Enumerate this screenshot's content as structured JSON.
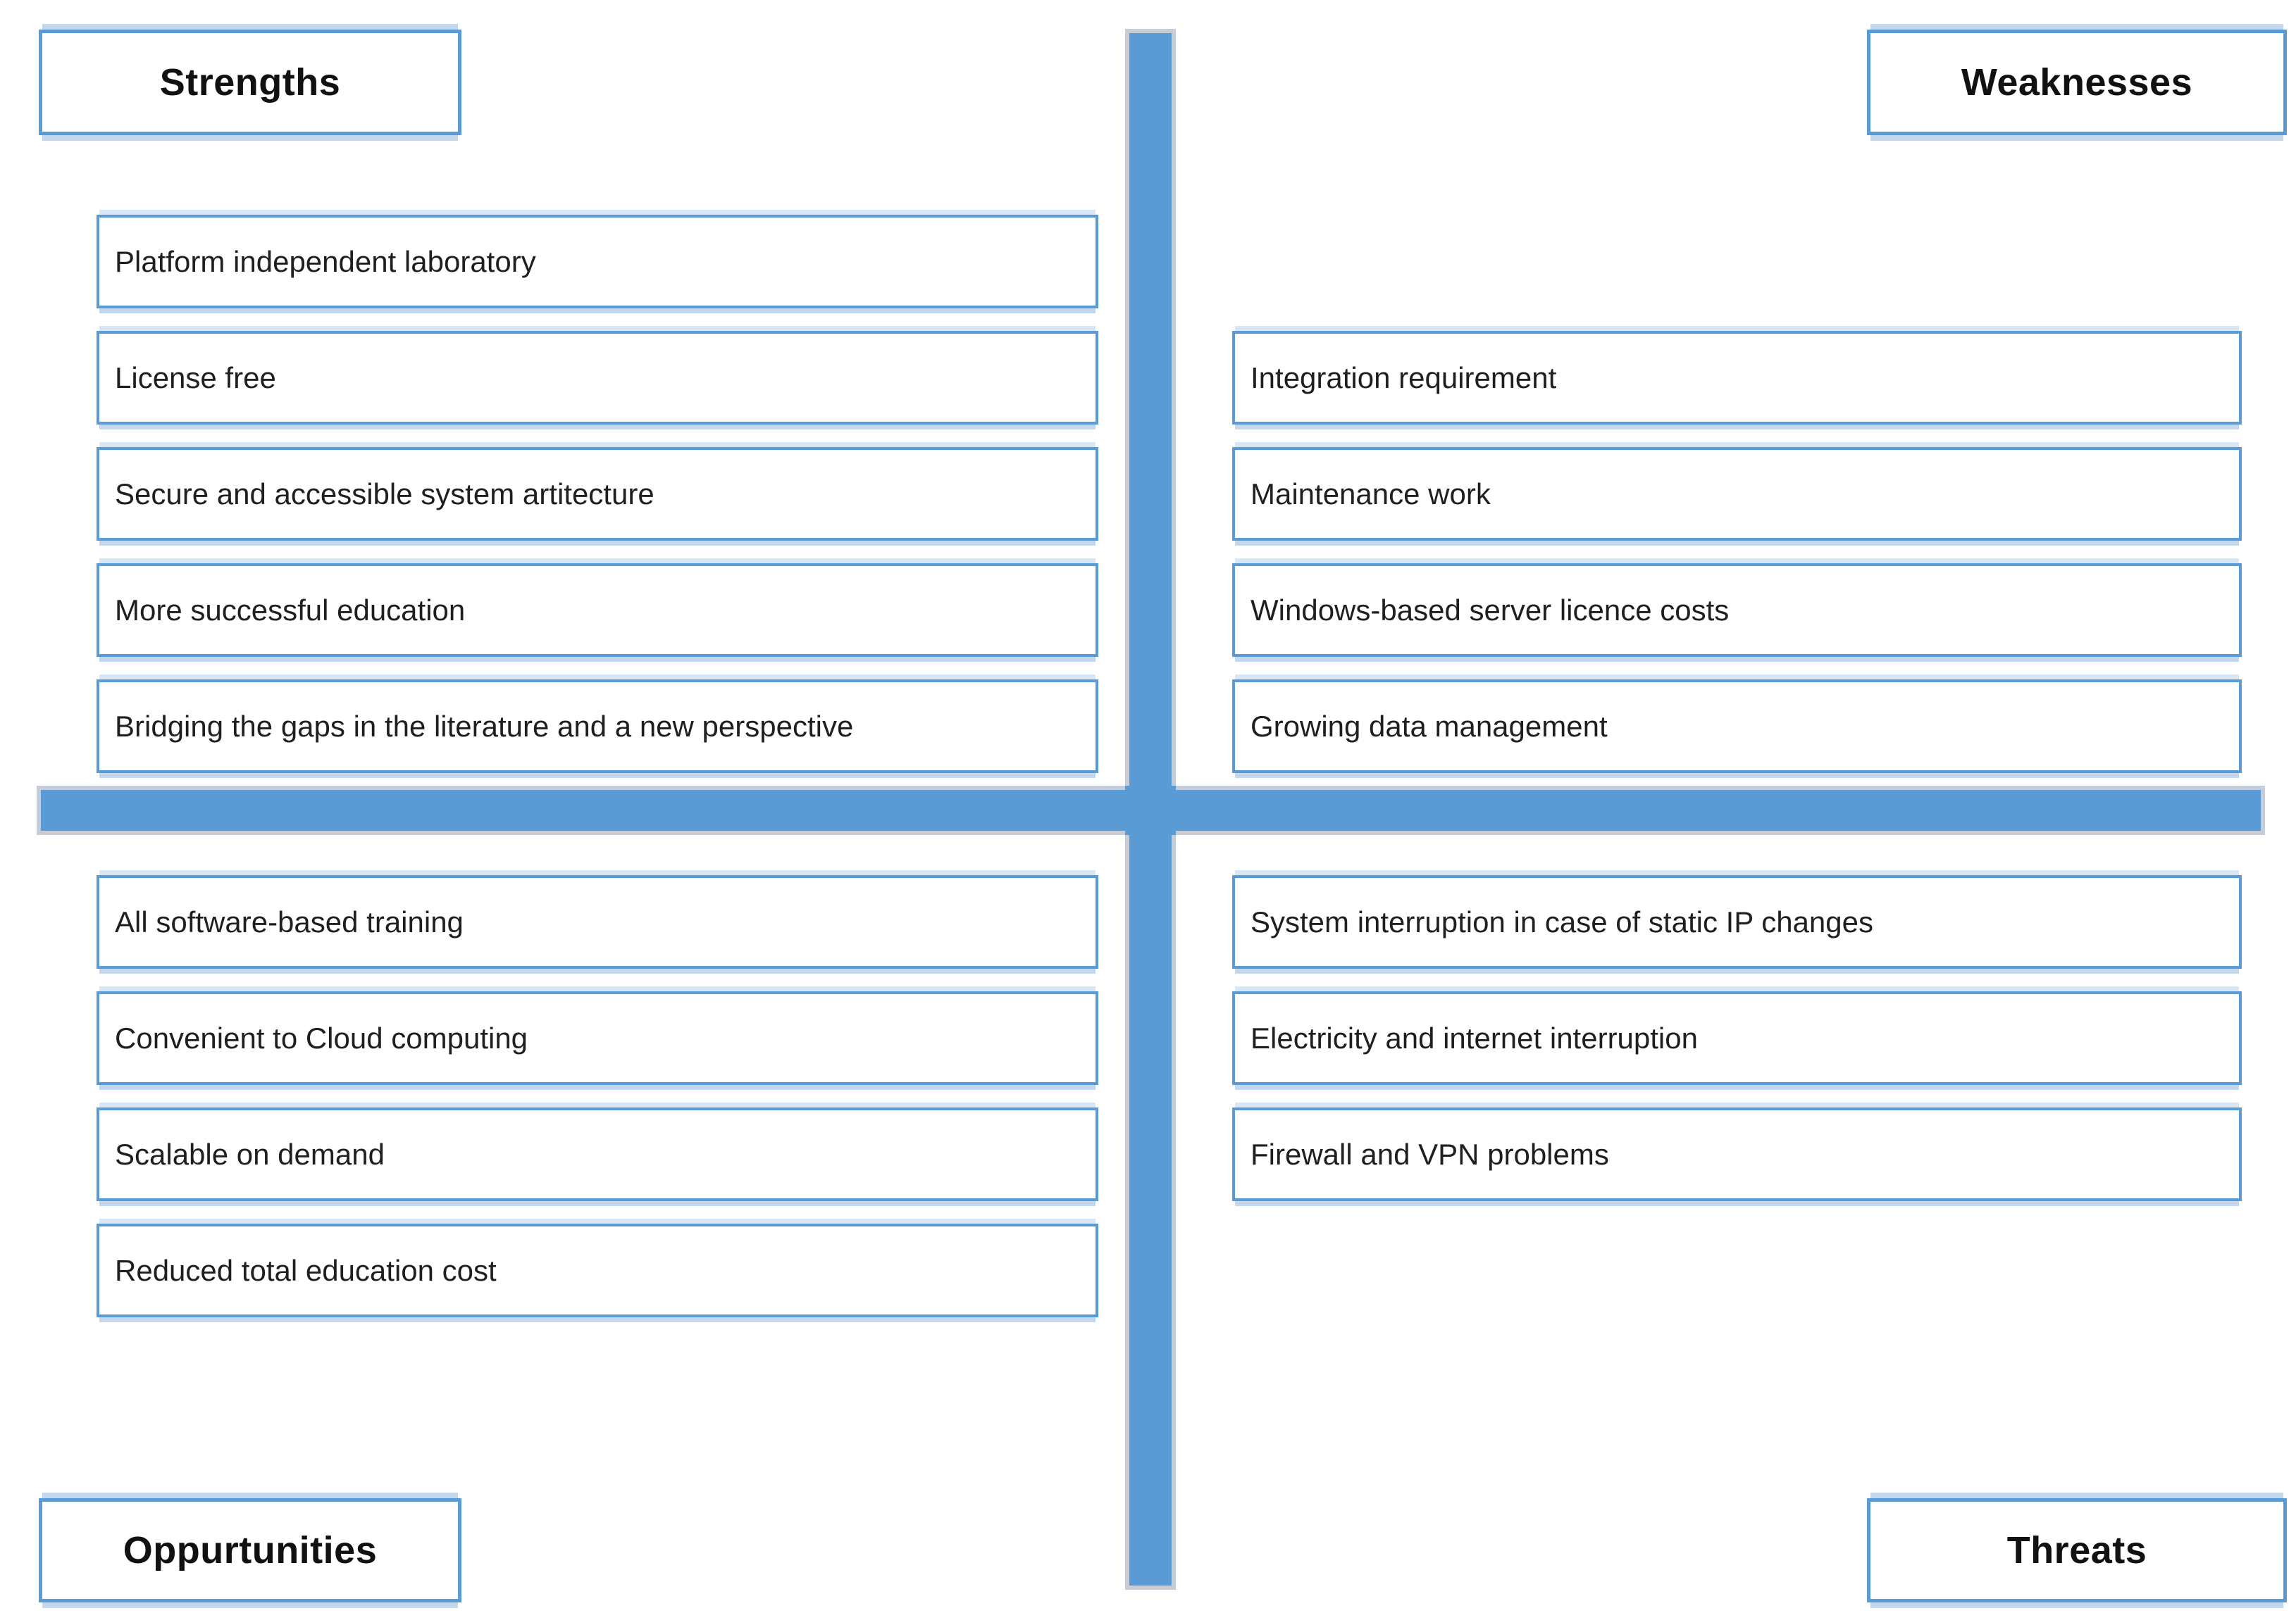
{
  "diagram": {
    "type": "swot-matrix",
    "colors": {
      "accent_blue": "#5b9bd5",
      "light_border_blue": "#c3d8ee",
      "bar_outline_grey": "#c7cdd8"
    },
    "quadrants": [
      {
        "id": "strengths",
        "label": "Strengths",
        "position": "top-left",
        "items": [
          "Platform independent laboratory",
          "License free",
          "Secure and accessible system artitecture",
          "More successful education",
          "Bridging the gaps in the literature and a new perspective"
        ]
      },
      {
        "id": "weaknesses",
        "label": "Weaknesses",
        "position": "top-right",
        "items": [
          "Integration requirement",
          "Maintenance work",
          "Windows-based server licence costs",
          "Growing data management"
        ]
      },
      {
        "id": "oppurtunities",
        "label": "Oppurtunities",
        "position": "bottom-left",
        "items": [
          "All software-based training",
          "Convenient to Cloud computing",
          "Scalable on demand",
          "Reduced total education cost"
        ]
      },
      {
        "id": "threats",
        "label": "Threats",
        "position": "bottom-right",
        "items": [
          "System interruption in case of static IP changes",
          "Electricity and internet interruption",
          "Firewall and VPN problems"
        ]
      }
    ]
  }
}
